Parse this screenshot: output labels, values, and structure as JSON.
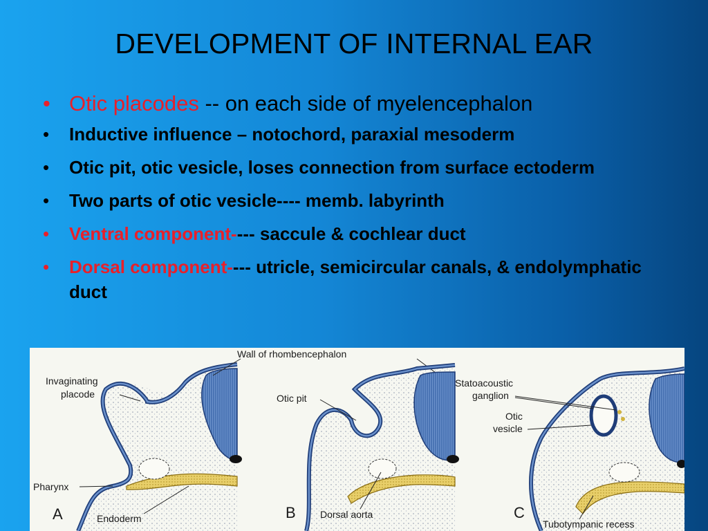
{
  "slide": {
    "title": "DEVELOPMENT OF INTERNAL EAR",
    "bullets": [
      {
        "red": "Otic placodes",
        "black": " -- on each side of myelencephalon"
      },
      {
        "red": "",
        "black": "Inductive influence – notochord, paraxial mesoderm"
      },
      {
        "red": "",
        "black": "Otic pit, otic vesicle, loses connection from surface ectoderm"
      },
      {
        "red": "",
        "black": "Two parts of otic vesicle---- memb. labyrinth"
      },
      {
        "red": "Ventral component-",
        "black": "--- saccule & cochlear duct"
      },
      {
        "red": "Dorsal component-",
        "black": "--- utricle, semicircular canals, & endolymphatic duct"
      }
    ],
    "bullet_glyph": "•"
  },
  "figure": {
    "labels": {
      "wall": "Wall of rhombencephalon",
      "invaginating_1": "Invaginating",
      "invaginating_2": "placode",
      "pharynx": "Pharynx",
      "endoderm": "Endoderm",
      "otic_pit": "Otic pit",
      "dorsal_aorta": "Dorsal aorta",
      "statoacoustic_1": "Statoacoustic",
      "statoacoustic_2": "ganglion",
      "otic_vesicle_1": "Otic",
      "otic_vesicle_2": "vesicle",
      "tubotympanic": "Tubotympanic recess",
      "panel_a": "A",
      "panel_b": "B",
      "panel_c": "C"
    },
    "colors": {
      "neural_tissue": "#4a74b4",
      "neural_outline": "#1f3d78",
      "endoderm_band": "#e8cf6a",
      "endoderm_outline": "#8a6d12",
      "mesenchyme": "#c7cfe0"
    }
  }
}
